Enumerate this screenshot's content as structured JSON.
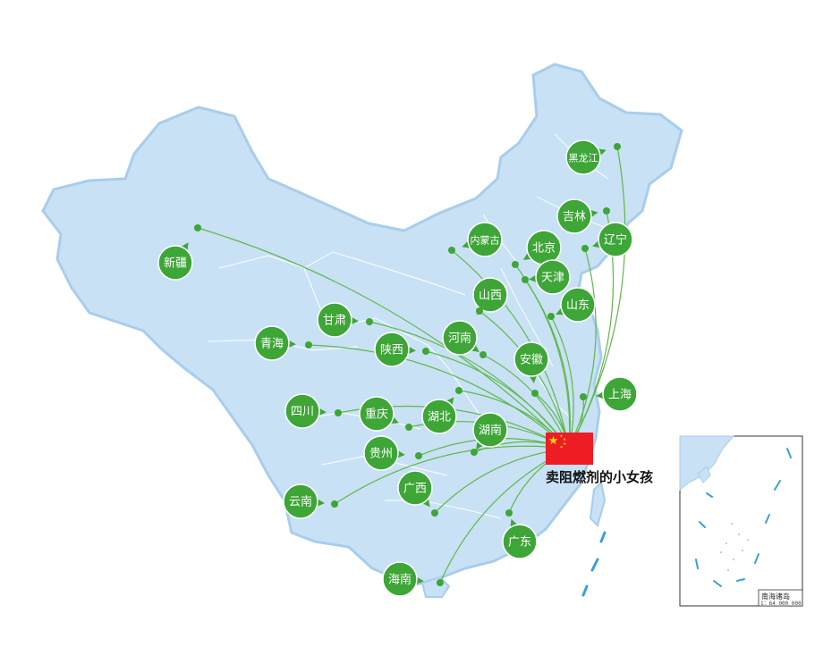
{
  "map": {
    "land_color": "#c8e1f4",
    "land_edge_color": "#a9cdec",
    "route_color": "#5fb94a",
    "pin_color": "#3ea537",
    "pin_text_color": "#ffffff",
    "dash_color": "#3aa0d8",
    "hub": {
      "label": "卖阻燃剂的小女孩",
      "flag": "china-flag-icon",
      "flag_color": "#ee1c25",
      "star_color": "#ffde00"
    },
    "provinces": [
      {
        "id": "xinjiang",
        "name": "新疆"
      },
      {
        "id": "heilongjiang",
        "name": "黑龙江"
      },
      {
        "id": "jilin",
        "name": "吉林"
      },
      {
        "id": "liaoning",
        "name": "辽宁"
      },
      {
        "id": "neimenggu",
        "name": "内蒙古"
      },
      {
        "id": "beijing",
        "name": "北京"
      },
      {
        "id": "tianjin",
        "name": "天津"
      },
      {
        "id": "shanxi",
        "name": "山西"
      },
      {
        "id": "shandong",
        "name": "山东"
      },
      {
        "id": "gansu",
        "name": "甘肃"
      },
      {
        "id": "qinghai",
        "name": "青海"
      },
      {
        "id": "shaanxi",
        "name": "陕西"
      },
      {
        "id": "henan",
        "name": "河南"
      },
      {
        "id": "anhui",
        "name": "安徽"
      },
      {
        "id": "shanghai",
        "name": "上海"
      },
      {
        "id": "sichuan",
        "name": "四川"
      },
      {
        "id": "chongqing",
        "name": "重庆"
      },
      {
        "id": "hubei",
        "name": "湖北"
      },
      {
        "id": "hunan",
        "name": "湖南"
      },
      {
        "id": "guizhou",
        "name": "贵州"
      },
      {
        "id": "guangxi",
        "name": "广西"
      },
      {
        "id": "yunnan",
        "name": "云南"
      },
      {
        "id": "guangdong",
        "name": "广东"
      },
      {
        "id": "hainan",
        "name": "海南"
      }
    ],
    "inset": {
      "caption": "南海诸岛",
      "scale": "1：64 000 000"
    }
  }
}
